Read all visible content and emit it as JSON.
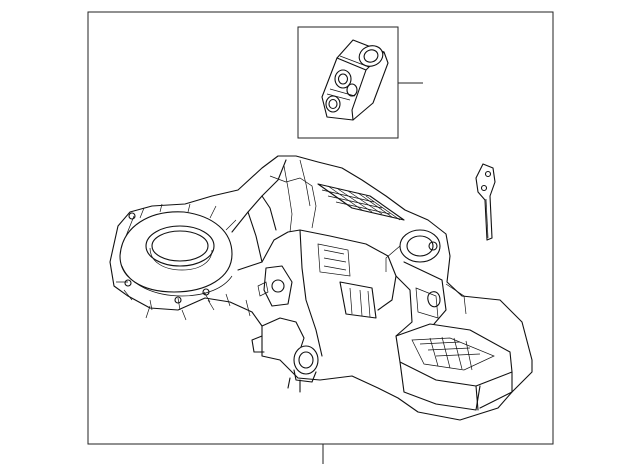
{
  "diagram": {
    "type": "parts-exploded-view",
    "line_color": "#111111",
    "background": "#ffffff",
    "parts": [
      {
        "name": "expansion-valve",
        "shown_in_callout_box": true
      },
      {
        "name": "mounting-bracket"
      },
      {
        "name": "heater-evaporator-housing-assembly"
      }
    ],
    "leader_lines": 2,
    "callout_numbers_visible": false
  }
}
